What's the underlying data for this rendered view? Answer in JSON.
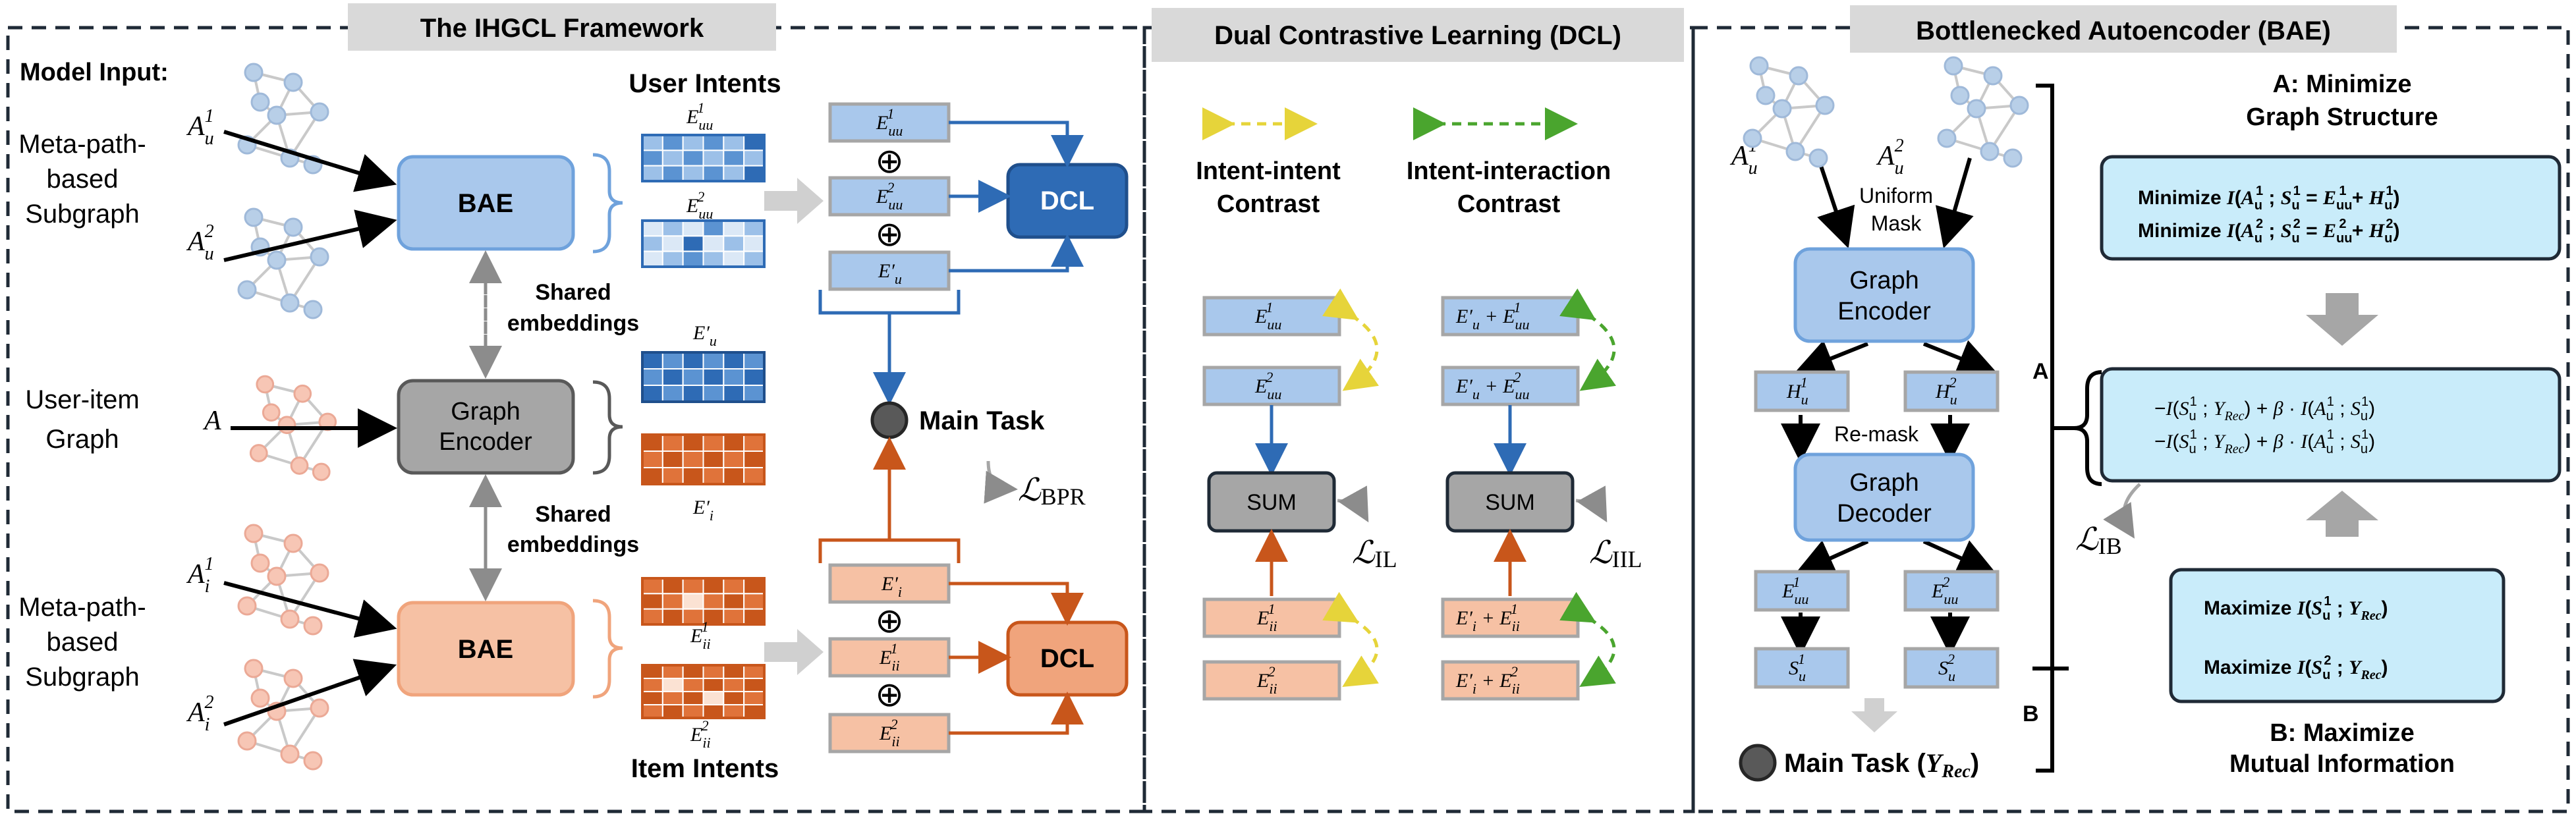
{
  "panels": {
    "framework": {
      "title": "The IHGCL Framework"
    },
    "dcl": {
      "title": "Dual Contrastive Learning (DCL)"
    },
    "bae": {
      "title": "Bottlenecked Autoencoder (BAE)"
    }
  },
  "framework": {
    "model_input": "Model Input:",
    "user_subgraph_label": [
      "Meta-path-",
      "based",
      "Subgraph"
    ],
    "ui_graph_label": [
      "User-item",
      "Graph"
    ],
    "item_subgraph_label": [
      "Meta-path-",
      "based",
      "Subgraph"
    ],
    "graph_labels": {
      "au1": "A",
      "au2": "A",
      "a": "A",
      "ai1": "A",
      "ai2": "A"
    },
    "bae_label": "BAE",
    "graph_encoder_label": [
      "Graph",
      "Encoder"
    ],
    "shared_embeddings": [
      "Shared",
      "embeddings"
    ],
    "user_intents": "User Intents",
    "item_intents": "Item Intents",
    "dcl_label": "DCL",
    "main_task": "Main Task",
    "loss_bpr": "ℒ",
    "loss_bpr_sub": "BPR",
    "oplus": "⊕"
  },
  "dcl": {
    "intent_intent": [
      "Intent-intent",
      "Contrast"
    ],
    "intent_interaction": [
      "Intent-interaction",
      "Contrast"
    ],
    "sum": "SUM",
    "loss_il": "ℒ",
    "loss_il_sub": "IL",
    "loss_iil": "ℒ",
    "loss_iil_sub": "IIL"
  },
  "bae": {
    "uniform_mask": [
      "Uniform",
      "Mask"
    ],
    "graph_encoder": [
      "Graph",
      "Encoder"
    ],
    "re_mask": "Re-mask",
    "graph_decoder": [
      "Graph",
      "Decoder"
    ],
    "main_task": "Main Task (",
    "main_task_y": "Y",
    "main_task_sub": "Rec",
    "main_task_close": ")",
    "bracket_a": "A",
    "bracket_b": "B",
    "heading_a": [
      "A: Minimize",
      "Graph Structure"
    ],
    "heading_b": [
      "B: Maximize",
      "Mutual Information"
    ],
    "box1_lines": [
      "Minimize I(A¹ᵤ ; S¹ᵤ = E¹ᵤᵤ + H¹ᵤ)",
      "Minimize I(A²ᵤ ; S²ᵤ = E²ᵤᵤ + H²ᵤ)"
    ],
    "box2_lines": [
      "−I(S¹ᵤ ; Y_Rec) + β · I(A¹ᵤ ; S¹ᵤ)",
      "−I(S¹ᵤ ; Y_Rec) + β · I(A¹ᵤ ; S¹ᵤ)"
    ],
    "box3_lines": [
      "Maximize I(S¹ᵤ ; Y_Rec)",
      "Maximize I(S²ᵤ ; Y_Rec)"
    ],
    "loss_ib": "ℒ",
    "loss_ib_sub": "IB"
  },
  "colors": {
    "blue_fill": "#a9c8ec",
    "blue_dark": "#2e6bb5",
    "orange_fill": "#f6c1a4",
    "orange_dark": "#c8561b",
    "gray_fill": "#a6a6a6",
    "cyan_fill": "#c9ecfa",
    "yellow_arrow": "#e6d43a",
    "green_arrow": "#4aa52e",
    "title_bg": "#d9d9d9"
  }
}
